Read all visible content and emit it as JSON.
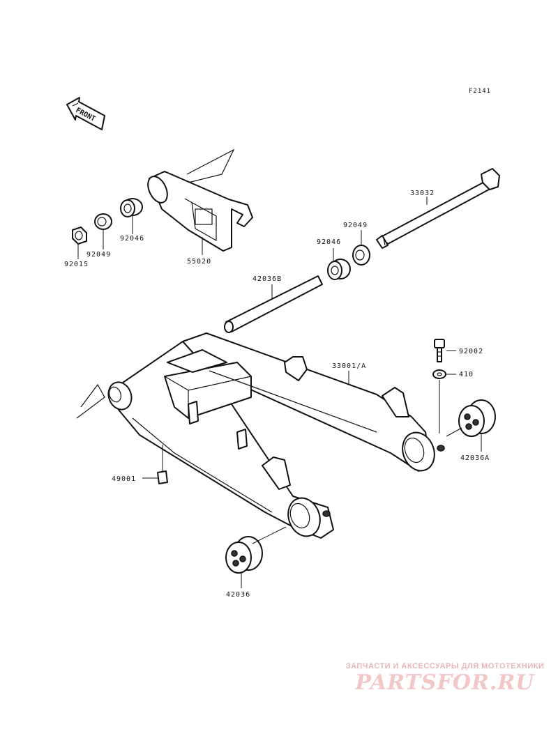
{
  "figure_code": "F2141",
  "front_arrow_text": "FRONT",
  "parts": {
    "p33032": "33032",
    "p92049_right": "92049",
    "p92046_right": "92046",
    "p42036B": "42036B",
    "p92046_left": "92046",
    "p55020": "55020",
    "p92049_left": "92049",
    "p92015": "92015",
    "p92002": "92002",
    "p410": "410",
    "p33001A": "33001/A",
    "p42036A": "42036A",
    "p49001": "49001",
    "p42036": "42036"
  },
  "watermark": {
    "tagline": "ЗАПЧАСТИ И АКСЕССУАРЫ ДЛЯ МОТОТЕХНИКИ",
    "logo": "PARTSFOR.RU",
    "color": "#e8b4b4"
  }
}
